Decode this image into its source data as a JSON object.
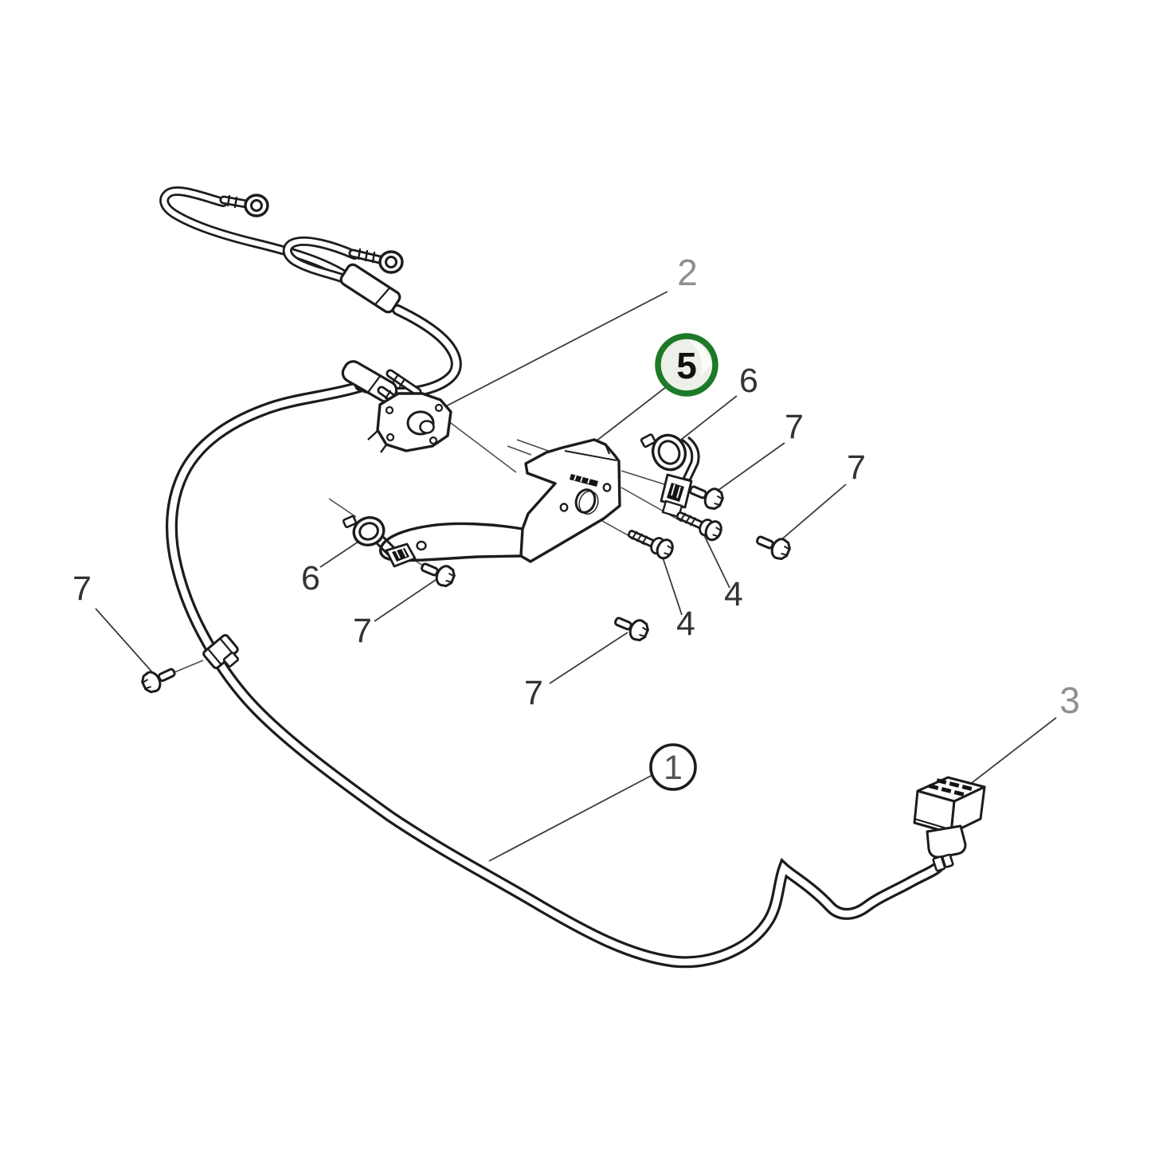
{
  "diagram": {
    "background_color": "#ffffff",
    "stroke_color": "#1c1c1c",
    "leader_color": "#3c3c3c",
    "gray_label_color": "#8f8f8f",
    "dark_label_color": "#333333"
  },
  "highlight": {
    "label": "5",
    "ring_color": "#1d7a28",
    "fill_color": "#edf0e8"
  },
  "callouts": {
    "1": {
      "label": "1"
    },
    "2": {
      "label": "2"
    },
    "3": {
      "label": "3"
    },
    "4": {
      "label": "4"
    },
    "5": {
      "label": "5"
    },
    "6": {
      "label": "6"
    },
    "7": {
      "label": "7"
    }
  }
}
